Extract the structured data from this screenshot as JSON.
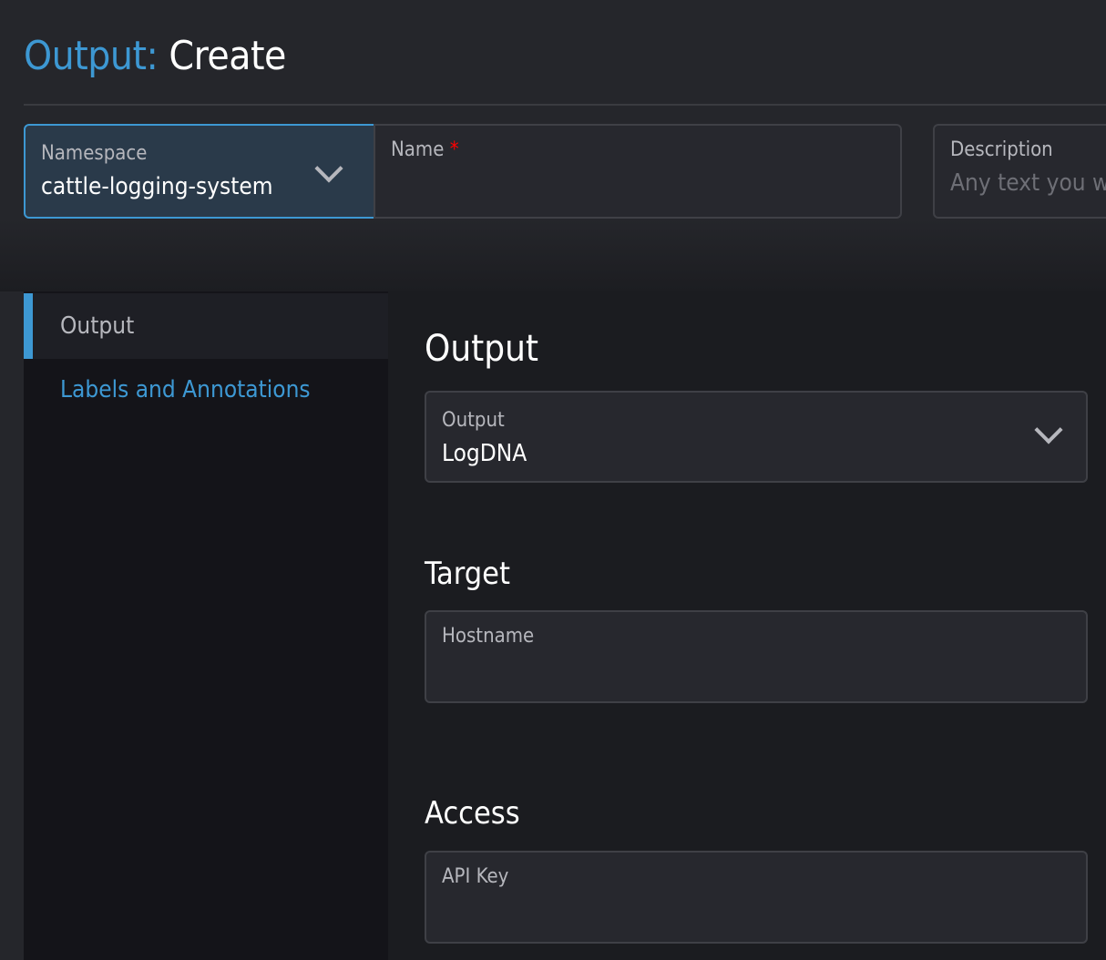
{
  "header": {
    "title_prefix": "Output:",
    "title_action": "Create"
  },
  "fields": {
    "namespace": {
      "label": "Namespace",
      "value": "cattle-logging-system"
    },
    "name": {
      "label": "Name",
      "required_mark": "*",
      "value": ""
    },
    "description": {
      "label": "Description",
      "placeholder": "Any text you w"
    }
  },
  "sidebar": {
    "tabs": [
      {
        "label": "Output",
        "active": true
      },
      {
        "label": "Labels and Annotations",
        "active": false
      }
    ]
  },
  "main": {
    "output_heading": "Output",
    "output_select": {
      "label": "Output",
      "value": "LogDNA"
    },
    "target_heading": "Target",
    "hostname": {
      "label": "Hostname",
      "value": ""
    },
    "access_heading": "Access",
    "api_key": {
      "label": "API Key",
      "value": ""
    }
  },
  "colors": {
    "accent": "#3d98d3",
    "required": "#ff0000",
    "background": "#25262b"
  }
}
